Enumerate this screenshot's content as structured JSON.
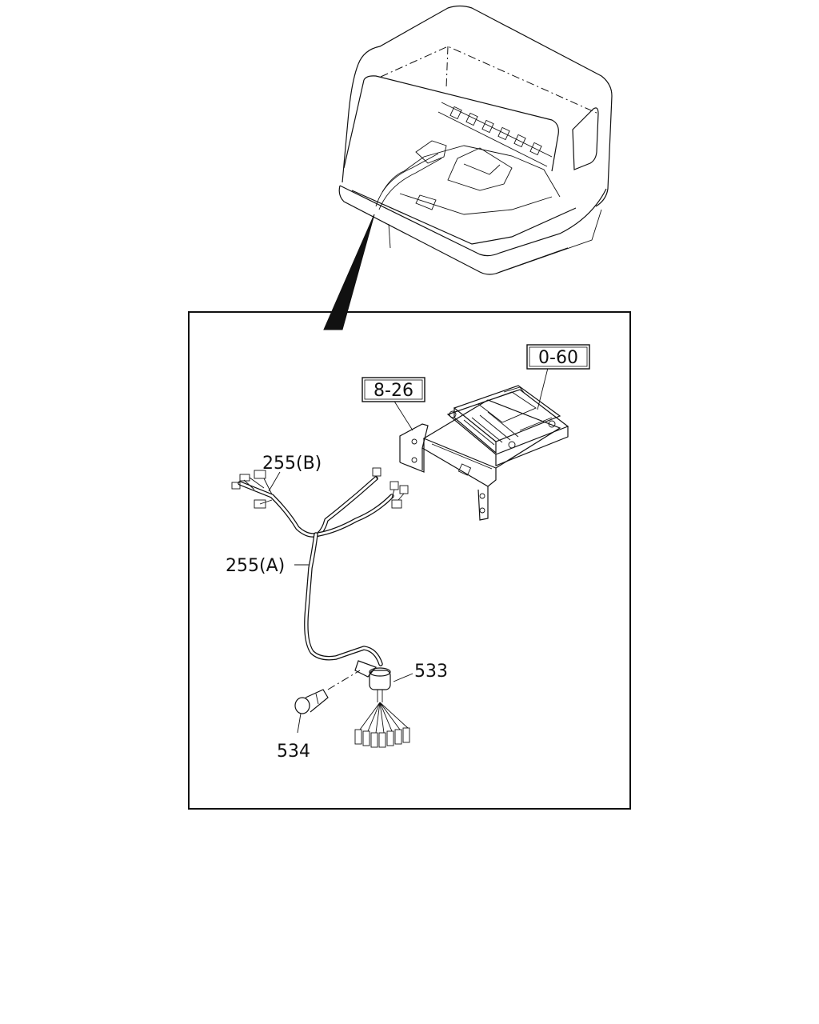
{
  "callouts": {
    "ref_ecu": "0-60",
    "ref_bracket": "8-26",
    "harness_b": "255(B)",
    "harness_a": "255(A)",
    "grommet": "533",
    "clip": "534"
  }
}
